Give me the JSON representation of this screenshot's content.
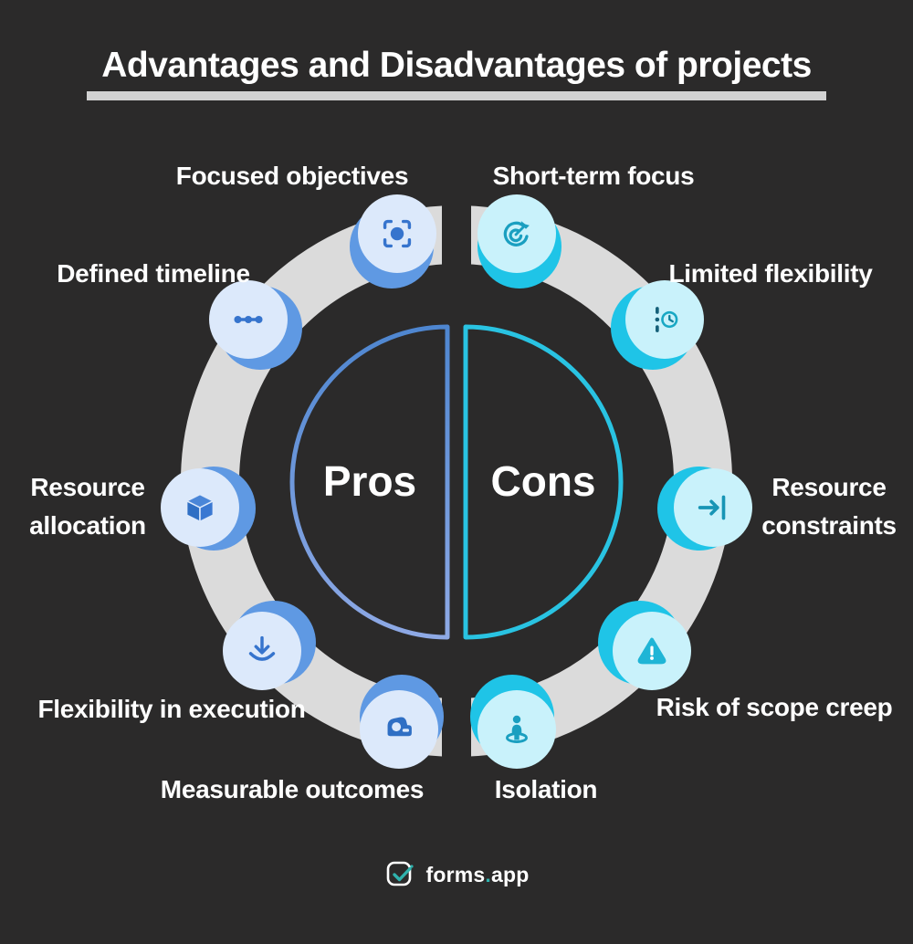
{
  "title": "Advantages and Disadvantages of projects",
  "center": {
    "left_label": "Pros",
    "right_label": "Cons"
  },
  "items": [
    {
      "id": "focused-objectives",
      "label": "Focused objectives",
      "side": "pros",
      "icon": "focus-frame-icon"
    },
    {
      "id": "defined-timeline",
      "label": "Defined timeline",
      "side": "pros",
      "icon": "timeline-dots-icon"
    },
    {
      "id": "resource-allocation",
      "label": "Resource allocation",
      "side": "pros",
      "icon": "cube-icon"
    },
    {
      "id": "flexibility-in-execution",
      "label": "Flexibility in execution",
      "side": "pros",
      "icon": "download-arrow-icon"
    },
    {
      "id": "measurable-outcomes",
      "label": "Measurable outcomes",
      "side": "pros",
      "icon": "tape-measure-icon"
    },
    {
      "id": "short-term-focus",
      "label": "Short-term focus",
      "side": "cons",
      "icon": "target-dart-icon"
    },
    {
      "id": "limited-flexibility",
      "label": "Limited flexibility",
      "side": "cons",
      "icon": "time-limit-icon"
    },
    {
      "id": "resource-constraints",
      "label": "Resource constraints",
      "side": "cons",
      "icon": "arrow-barrier-icon"
    },
    {
      "id": "risk-of-scope-creep",
      "label": "Risk of scope creep",
      "side": "cons",
      "icon": "warning-triangle-icon"
    },
    {
      "id": "isolation",
      "label": "Isolation",
      "side": "cons",
      "icon": "person-spot-icon"
    }
  ],
  "brand": {
    "name_primary": "forms",
    "separator": ".",
    "name_secondary": "app"
  },
  "colors": {
    "background": "#2b2a2a",
    "ring_gray": "#dbdbdb",
    "pros_accent": "#5f99e3",
    "pros_disc": "#dce9fb",
    "pros_glyph": "#3674cd",
    "pros_arc_top": "#4e86d0",
    "pros_arc_bottom": "#8ea9e5",
    "cons_accent": "#1fc4e7",
    "cons_disc": "#c9f2fb",
    "cons_glyph": "#1a9fc0",
    "cons_arc": "#29c3e2",
    "brand_teal": "#2fb2ad"
  }
}
